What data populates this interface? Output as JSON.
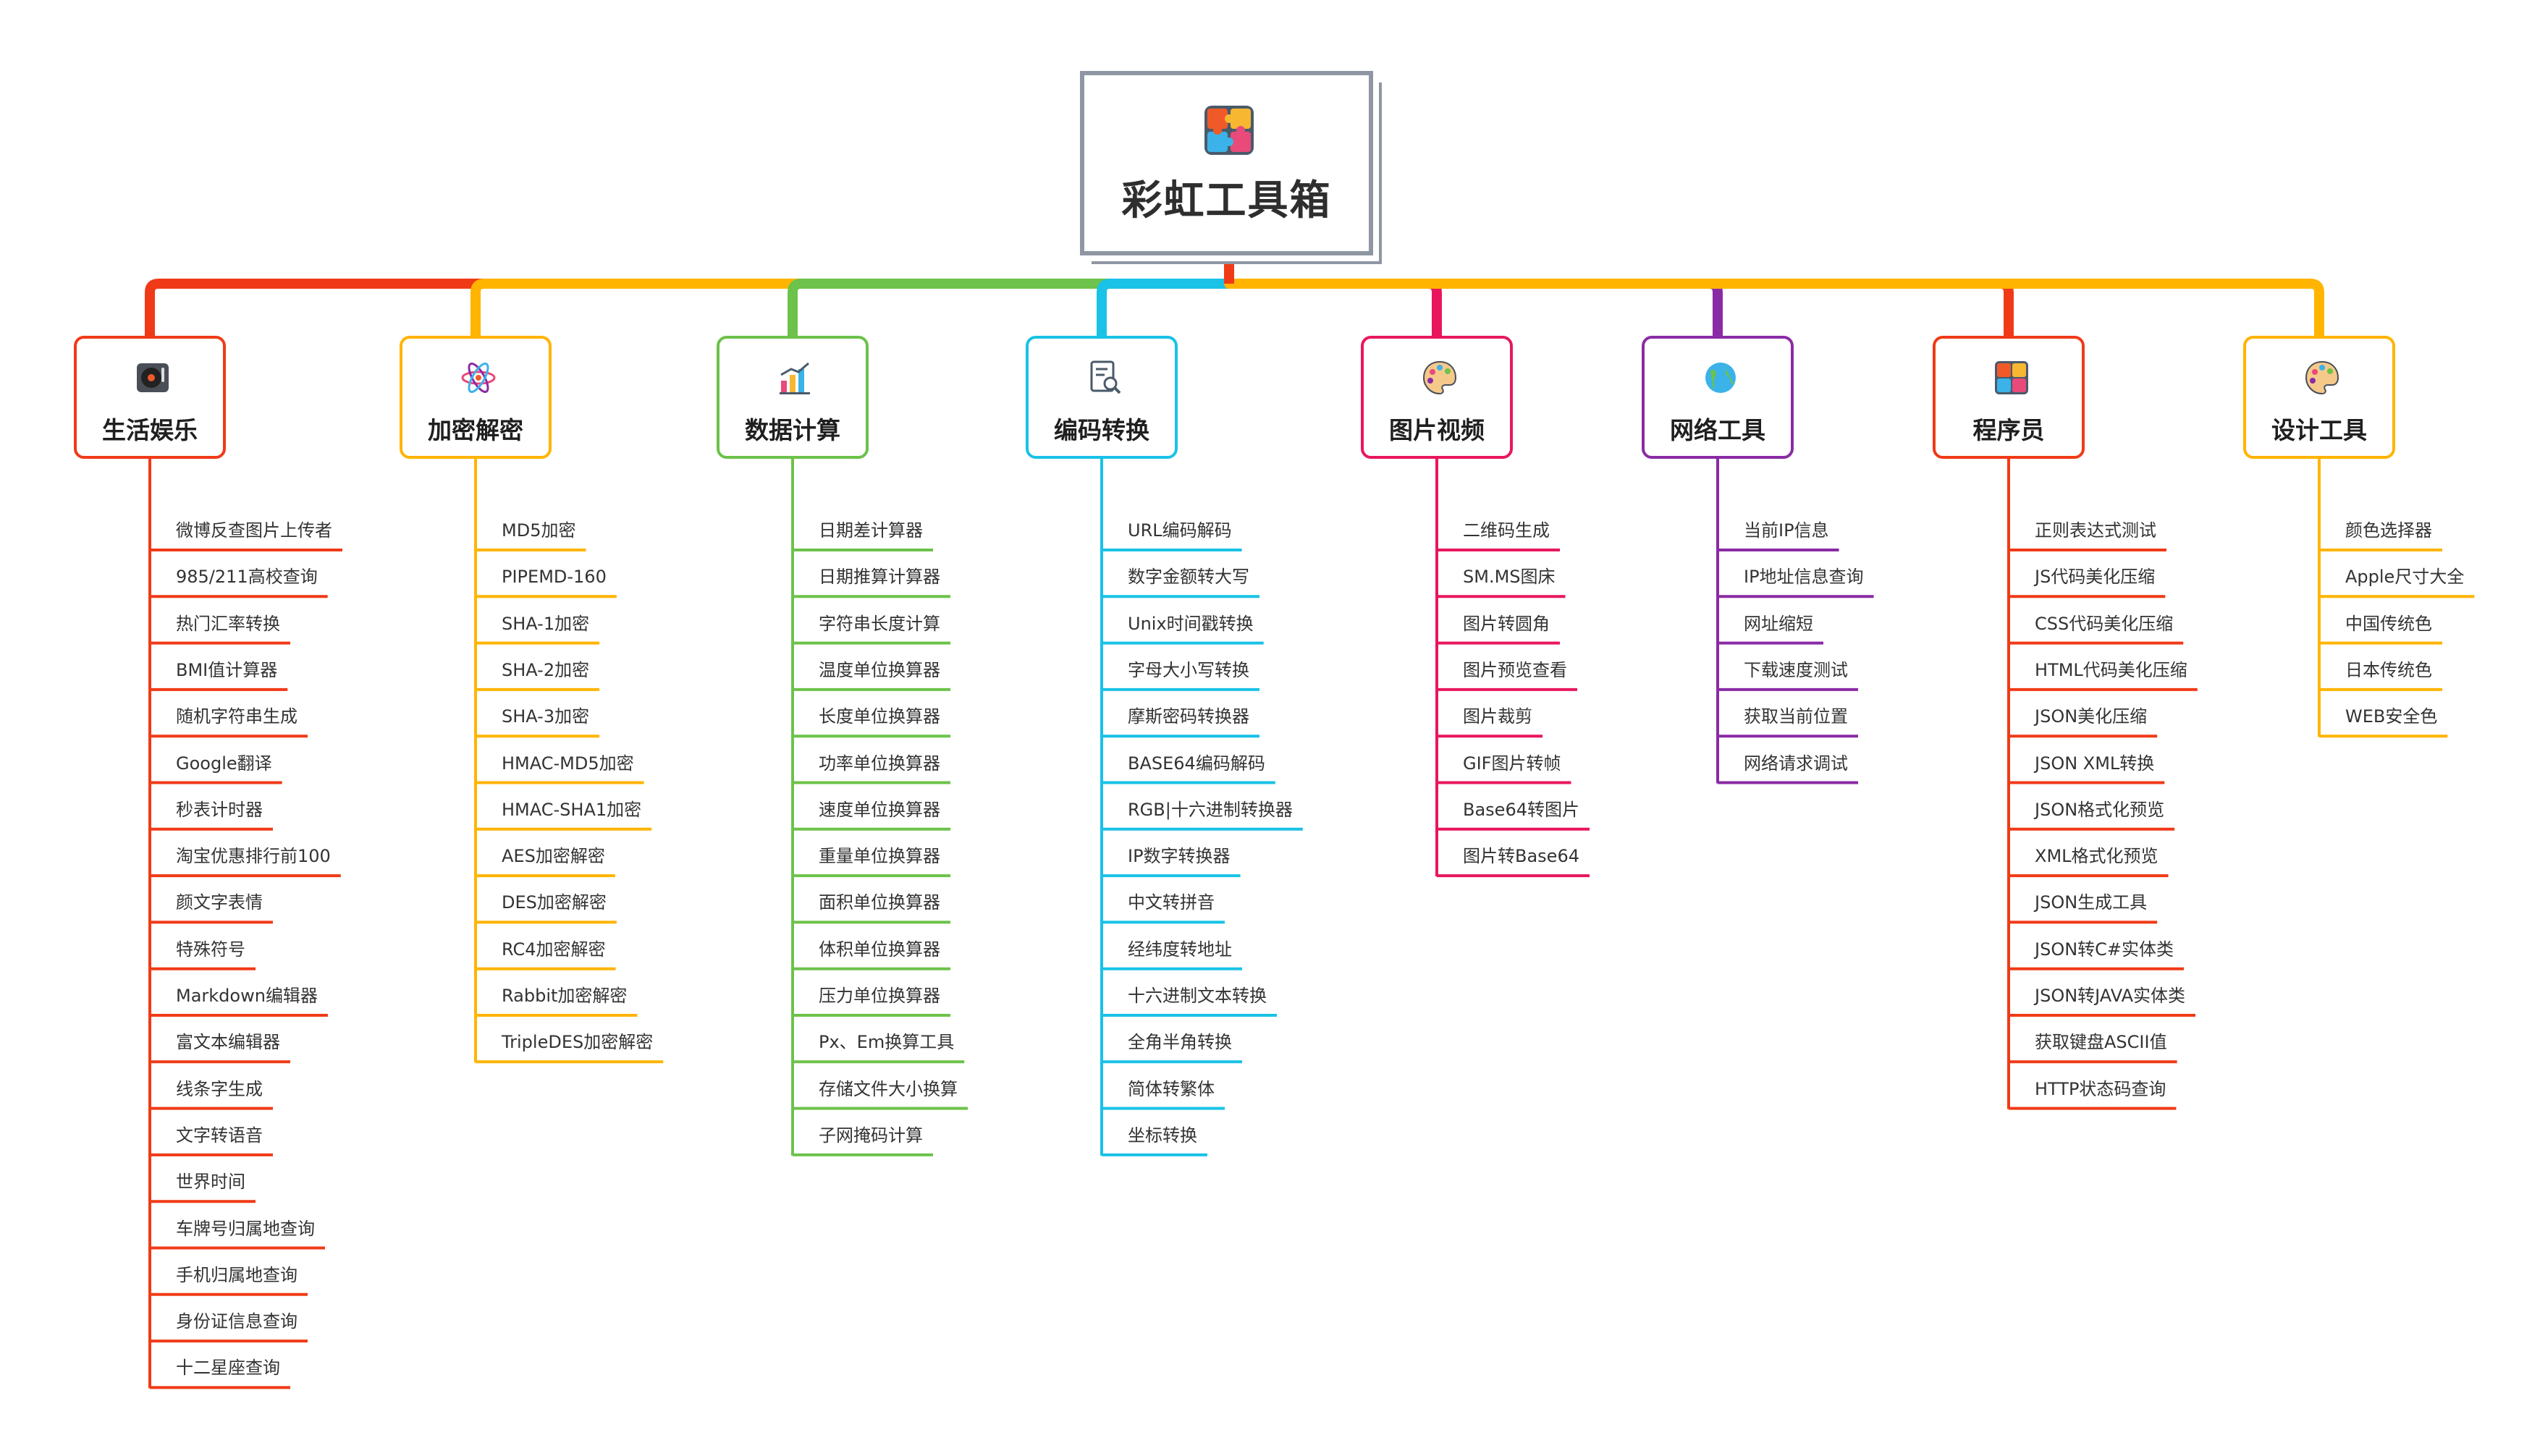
{
  "root": {
    "title": "彩虹工具箱",
    "icon": "puzzle-icon"
  },
  "categories": [
    {
      "id": "life",
      "label": "生活娱乐",
      "color": "#f03a17",
      "icon": "turntable-icon",
      "items": [
        "微博反查图片上传者",
        "985/211高校查询",
        "热门汇率转换",
        "BMI值计算器",
        "随机字符串生成",
        "Google翻译",
        "秒表计时器",
        "淘宝优惠排行前100",
        "颜文字表情",
        "特殊符号",
        "Markdown编辑器",
        "富文本编辑器",
        "线条字生成",
        "文字转语音",
        "世界时间",
        "车牌号归属地查询",
        "手机归属地查询",
        "身份证信息查询",
        "十二星座查询"
      ]
    },
    {
      "id": "crypto",
      "label": "加密解密",
      "color": "#ffb400",
      "icon": "atom-icon",
      "items": [
        "MD5加密",
        "PIPEMD-160",
        "SHA-1加密",
        "SHA-2加密",
        "SHA-3加密",
        "HMAC-MD5加密",
        "HMAC-SHA1加密",
        "AES加密解密",
        "DES加密解密",
        "RC4加密解密",
        "Rabbit加密解密",
        "TripleDES加密解密"
      ]
    },
    {
      "id": "data",
      "label": "数据计算",
      "color": "#6cc24a",
      "icon": "bar-chart-icon",
      "items": [
        "日期差计算器",
        "日期推算计算器",
        "字符串长度计算",
        "温度单位换算器",
        "长度单位换算器",
        "功率单位换算器",
        "速度单位换算器",
        "重量单位换算器",
        "面积单位换算器",
        "体积单位换算器",
        "压力单位换算器",
        "Px、Em换算工具",
        "存储文件大小换算",
        "子网掩码计算"
      ]
    },
    {
      "id": "encode",
      "label": "编码转换",
      "color": "#19c2e6",
      "icon": "document-search-icon",
      "items": [
        "URL编码解码",
        "数字金额转大写",
        "Unix时间戳转换",
        "字母大小写转换",
        "摩斯密码转换器",
        "BASE64编码解码",
        "RGB|十六进制转换器",
        "IP数字转换器",
        "中文转拼音",
        "经纬度转地址",
        "十六进制文本转换",
        "全角半角转换",
        "简体转繁体",
        "坐标转换"
      ]
    },
    {
      "id": "image",
      "label": "图片视频",
      "color": "#e8175d",
      "icon": "palette-icon",
      "items": [
        "二维码生成",
        "SM.MS图床",
        "图片转圆角",
        "图片预览查看",
        "图片裁剪",
        "GIF图片转帧",
        "Base64转图片",
        "图片转Base64"
      ]
    },
    {
      "id": "network",
      "label": "网络工具",
      "color": "#8a2ba5",
      "icon": "globe-icon",
      "items": [
        "当前IP信息",
        "IP地址信息查询",
        "网址缩短",
        "下载速度测试",
        "获取当前位置",
        "网络请求调试"
      ]
    },
    {
      "id": "dev",
      "label": "程序员",
      "color": "#f03a17",
      "icon": "puzzle-icon",
      "items": [
        "正则表达式测试",
        "JS代码美化压缩",
        "CSS代码美化压缩",
        "HTML代码美化压缩",
        "JSON美化压缩",
        "JSON XML转换",
        "JSON格式化预览",
        "XML格式化预览",
        "JSON生成工具",
        "JSON转C#实体类",
        "JSON转JAVA实体类",
        "获取键盘ASCII值",
        "HTTP状态码查询"
      ]
    },
    {
      "id": "design",
      "label": "设计工具",
      "color": "#ffb400",
      "icon": "palette-icon",
      "items": [
        "颜色选择器",
        "Apple尺寸大全",
        "中国传统色",
        "日本传统色",
        "WEB安全色"
      ]
    }
  ]
}
